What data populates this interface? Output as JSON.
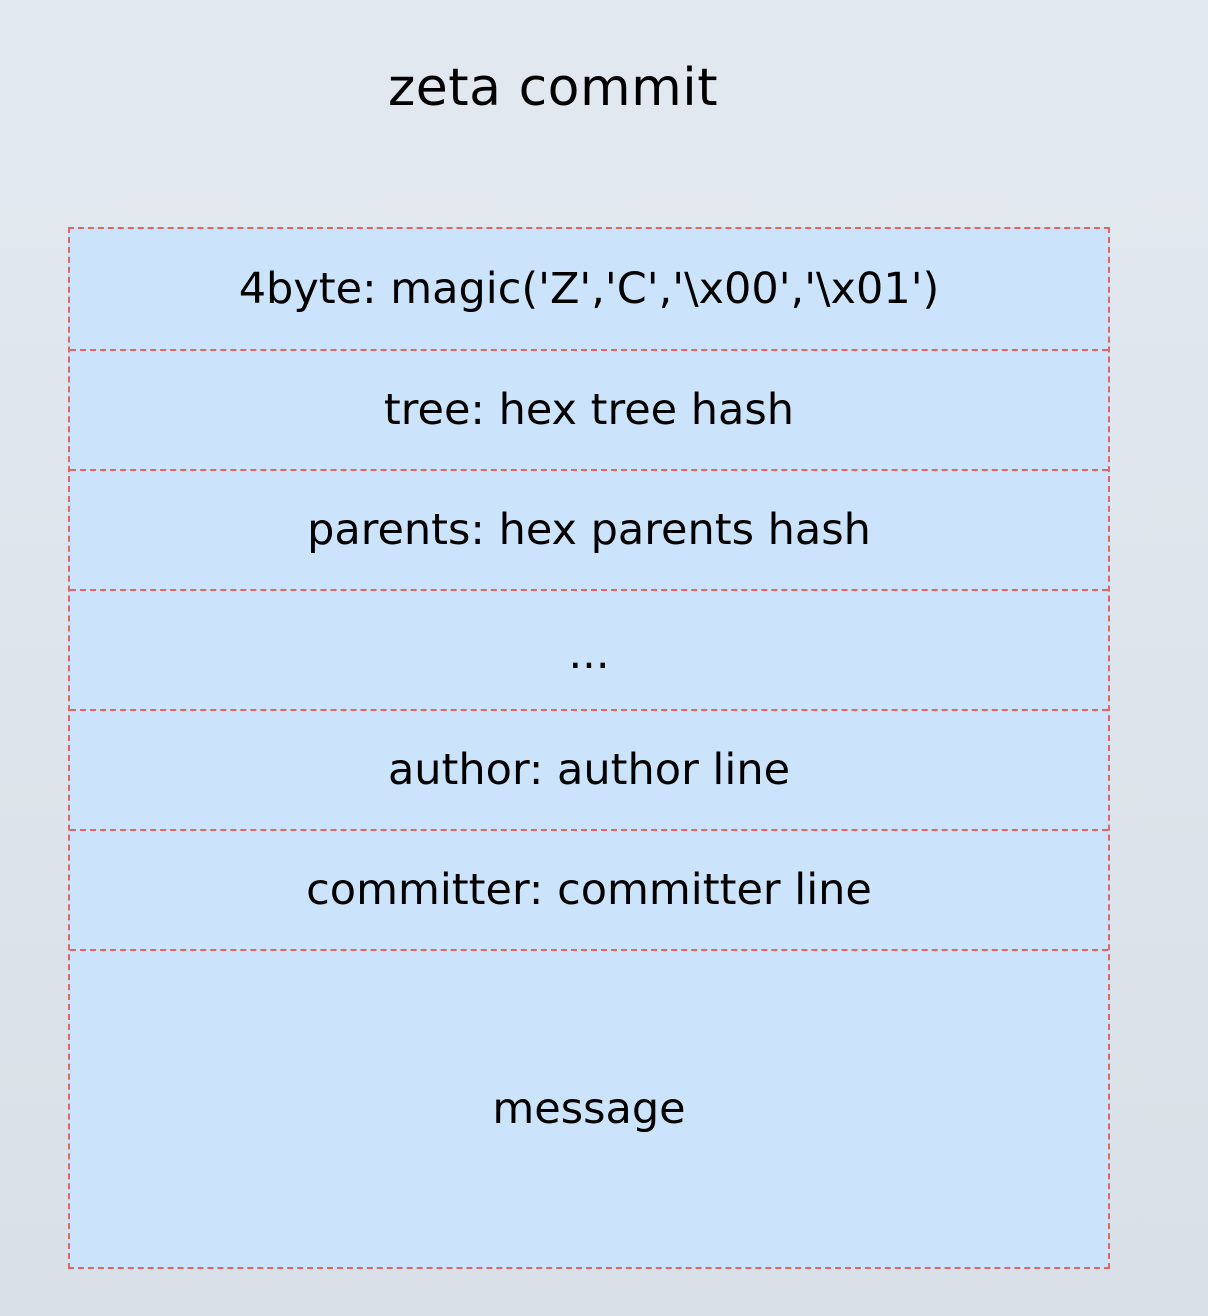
{
  "diagram": {
    "title": "zeta commit",
    "fields": [
      "4byte: magic('Z','C','\\x00','\\x01')",
      "tree: hex tree hash",
      "parents: hex parents hash",
      "...",
      "author: author line",
      "committer: committer line",
      "message"
    ],
    "colors": {
      "field_fill": "#cce4fb",
      "dashed_border": "#e06666",
      "background": "#e3e9f0"
    }
  }
}
